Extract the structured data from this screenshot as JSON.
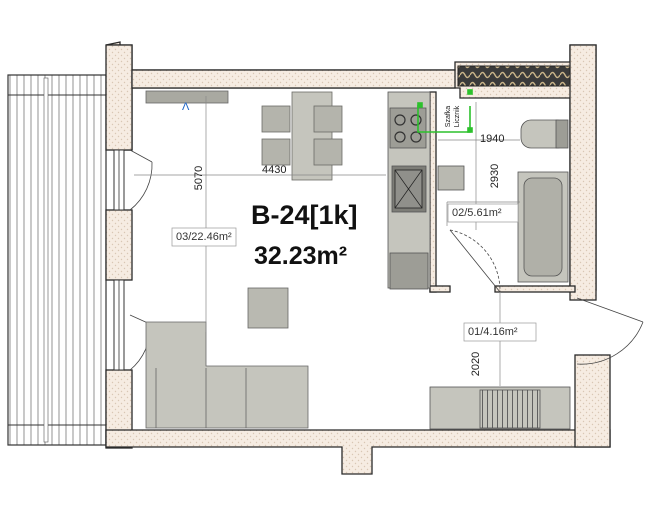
{
  "unit": {
    "code": "B-24[1k]",
    "total_area": "32.23m²"
  },
  "rooms": [
    {
      "id": "living",
      "label": "03/22.46m²"
    },
    {
      "id": "bath",
      "label": "02/5.61m²"
    },
    {
      "id": "hall",
      "label": "01/4.16m²"
    }
  ],
  "dimensions": {
    "living_width": "4430",
    "living_depth": "5070",
    "bath_width": "1940",
    "bath_depth": "2930",
    "hall_depth": "2020"
  },
  "marks": {
    "ventilation_glyph": "Λ",
    "boiler_line1": "Szafka",
    "boiler_line2": "Licznik"
  },
  "colors": {
    "wall_fill": "#f6ece2",
    "wall_outline": "#2a2a2a",
    "furniture": "#c5c5bd",
    "furniture_dark": "#a9a9a1",
    "appliance_dark": "#7d7d77",
    "dimension_line": "#888888",
    "utility_green": "#2cc12c",
    "accent_blue": "#1b63c6"
  }
}
